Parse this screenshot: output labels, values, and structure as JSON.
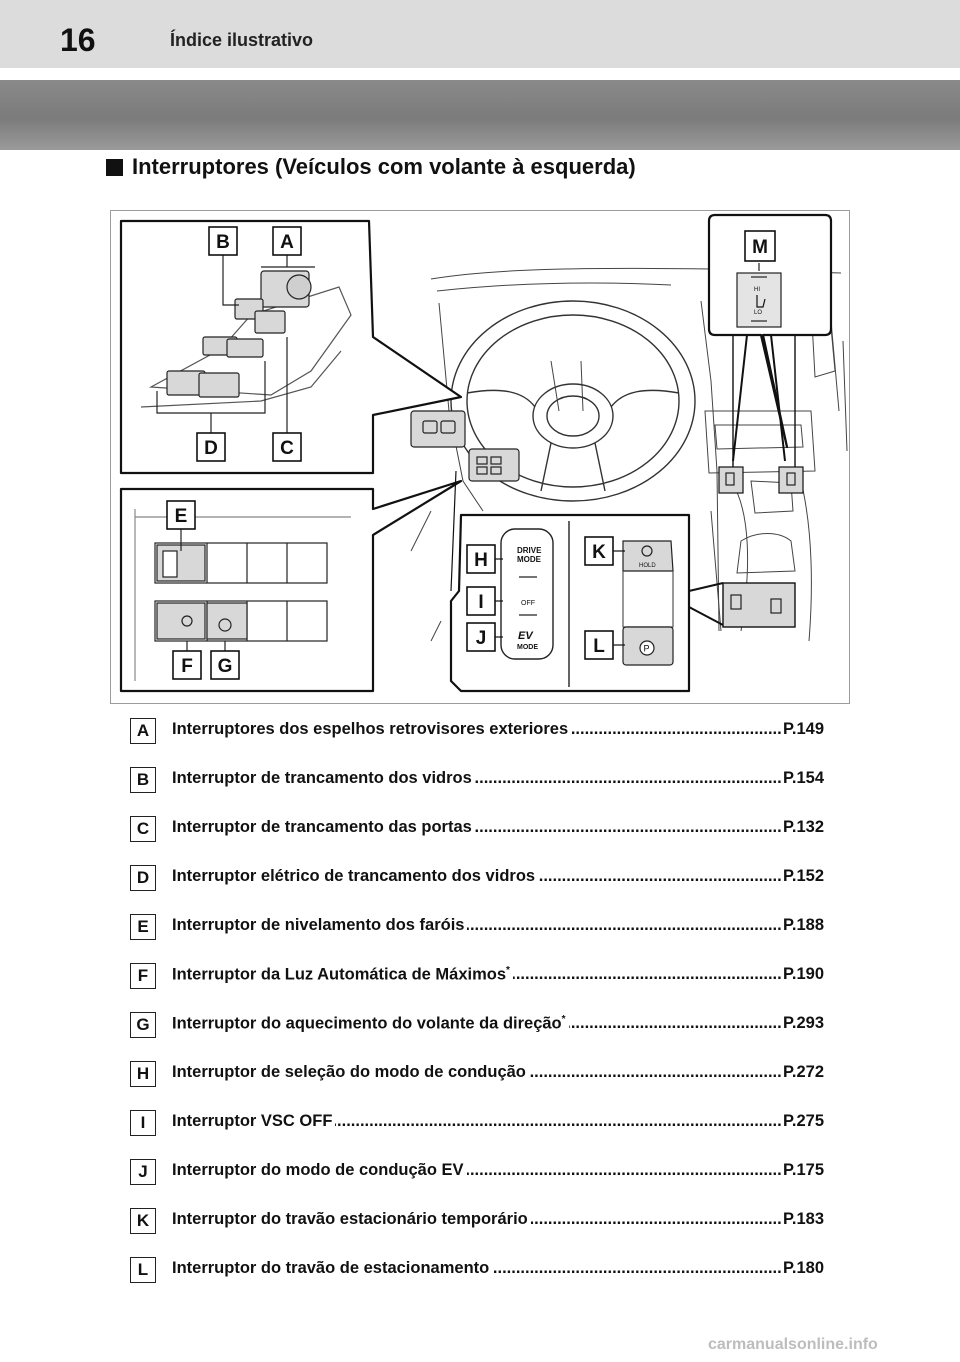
{
  "header": {
    "page_number": "16",
    "title": "Índice ilustrativo"
  },
  "section": {
    "title": "Interruptores (Veículos com volante à esquerda)"
  },
  "figure": {
    "callouts": [
      "A",
      "B",
      "C",
      "D",
      "E",
      "F",
      "G",
      "H",
      "I",
      "J",
      "K",
      "L",
      "M"
    ],
    "switch_labels": {
      "drive_mode": [
        "DRIVE",
        "MODE"
      ],
      "vsc_off": "OFF",
      "ev_mode": [
        "EV",
        "MODE"
      ],
      "hold": "HOLD",
      "park": "P",
      "seat_hi": "HI",
      "seat_lo": "LO"
    }
  },
  "items": [
    {
      "letter": "A",
      "text": "Interruptores dos espelhos retrovisores exteriores",
      "page": "P.149",
      "asterisk": false
    },
    {
      "letter": "B",
      "text": "Interruptor de trancamento dos vidros",
      "page": "P.154",
      "asterisk": false
    },
    {
      "letter": "C",
      "text": "Interruptor de trancamento das portas",
      "page": "P.132",
      "asterisk": false
    },
    {
      "letter": "D",
      "text": "Interruptor elétrico de trancamento dos vidros",
      "page": "P.152",
      "asterisk": false
    },
    {
      "letter": "E",
      "text": "Interruptor de nivelamento dos faróis",
      "page": "P.188",
      "asterisk": false
    },
    {
      "letter": "F",
      "text": "Interruptor da Luz Automática de Máximos",
      "page": "P.190",
      "asterisk": true
    },
    {
      "letter": "G",
      "text": "Interruptor do aquecimento do volante da direção",
      "page": "P.293",
      "asterisk": true
    },
    {
      "letter": "H",
      "text": "Interruptor de seleção do modo de condução",
      "page": "P.272",
      "asterisk": false
    },
    {
      "letter": "I",
      "text": "Interruptor VSC OFF",
      "page": "P.275",
      "asterisk": false
    },
    {
      "letter": "J",
      "text": "Interruptor do modo de condução EV",
      "page": "P.175",
      "asterisk": false
    },
    {
      "letter": "K",
      "text": "Interruptor do travão estacionário temporário",
      "page": "P.183",
      "asterisk": false
    },
    {
      "letter": "L",
      "text": "Interruptor do travão de estacionamento",
      "page": "P.180",
      "asterisk": false
    }
  ],
  "watermark": "carmanualsonline.info"
}
